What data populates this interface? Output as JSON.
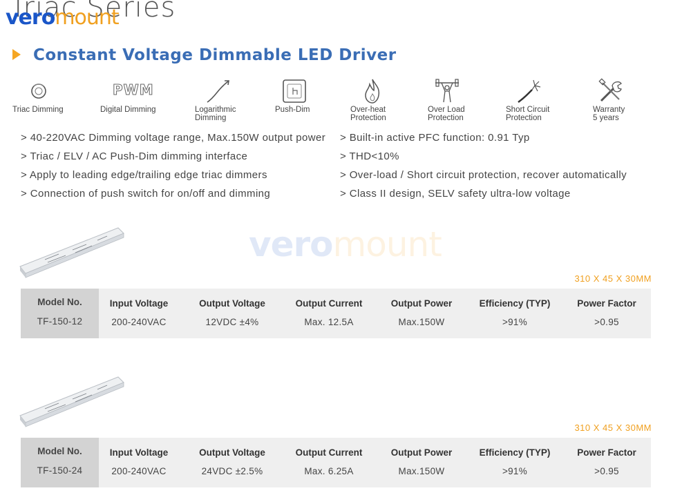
{
  "header": {
    "series_title": "Triac Series",
    "logo_vero": "vero",
    "logo_mount": "mount"
  },
  "section": {
    "title": "Constant Voltage Dimmable LED Driver"
  },
  "features": [
    {
      "icon": "triac-dimming-icon",
      "label_lines": [
        "Triac Dimming"
      ]
    },
    {
      "icon": "pwm-icon",
      "label_lines": [
        "Digital Dimming"
      ],
      "icon_text": "PWM"
    },
    {
      "icon": "logarithmic-curve-icon",
      "label_lines": [
        "Logarithmic",
        "Dimming"
      ]
    },
    {
      "icon": "push-dim-icon",
      "label_lines": [
        "Push-Dim"
      ]
    },
    {
      "icon": "flame-icon",
      "label_lines": [
        "Over-heat",
        "Protection"
      ]
    },
    {
      "icon": "weightlifter-icon",
      "label_lines": [
        "Over Load",
        "Protection"
      ]
    },
    {
      "icon": "short-circuit-icon",
      "label_lines": [
        "Short Circuit",
        "Protection"
      ]
    },
    {
      "icon": "tools-icon",
      "label_lines": [
        "Warranty",
        "5 years"
      ]
    }
  ],
  "bullets_left": [
    "> 40-220VAC Dimming voltage range, Max.150W output power",
    "> Triac / ELV / AC Push-Dim dimming interface",
    "> Apply to leading edge/trailing edge triac dimmers",
    "> Connection of push switch for on/off and dimming"
  ],
  "bullets_right": [
    "> Built-in active PFC function: 0.91 Typ",
    "> THD<10%",
    "> Over-load / Short circuit protection, recover automatically",
    "> Class II design, SELV safety ultra-low voltage"
  ],
  "watermark": {
    "vero": "vero",
    "mount": "mount"
  },
  "products": [
    {
      "size": "310 X 45 X 30MM",
      "headers": [
        "Model No.",
        "Input Voltage",
        "Output Voltage",
        "Output Current",
        "Output Power",
        "Efficiency (TYP)",
        "Power Factor"
      ],
      "values": [
        "TF-150-12",
        "200-240VAC",
        "12VDC ±4%",
        "Max. 12.5A",
        "Max.150W",
        ">91%",
        ">0.95"
      ]
    },
    {
      "size": "310 X 45 X 30MM",
      "headers": [
        "Model No.",
        "Input Voltage",
        "Output Voltage",
        "Output Current",
        "Output Power",
        "Efficiency (TYP)",
        "Power Factor"
      ],
      "values": [
        "TF-150-24",
        "200-240VAC",
        "24VDC ±2.5%",
        "Max. 6.25A",
        "Max.150W",
        ">91%",
        ">0.95"
      ]
    }
  ],
  "colors": {
    "heading": "#3a6db5",
    "accent": "#f5a623",
    "logo_blue": "#1a56c8",
    "logo_orange": "#f0a020",
    "table_bg": "#efefef",
    "model_bg": "#d3d3d3"
  }
}
